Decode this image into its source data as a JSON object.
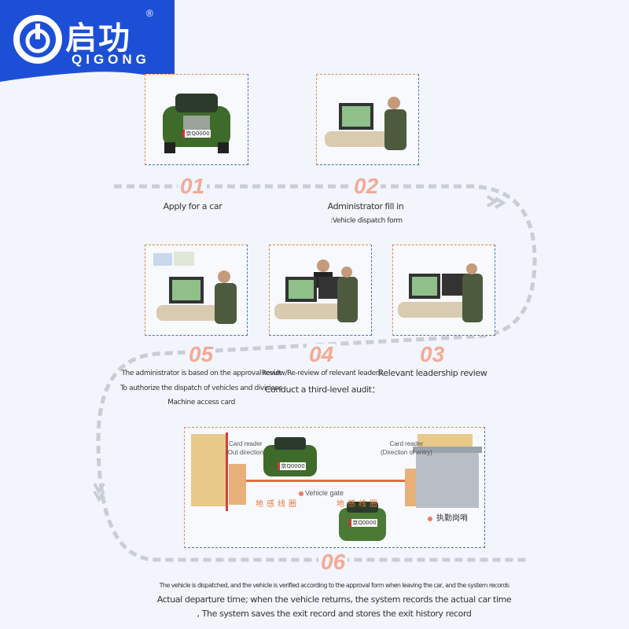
{
  "logo": {
    "brand_cn": "启功",
    "brand_en": "QIGONG",
    "registered": "®",
    "color": "#1d4fd6"
  },
  "steps": [
    {
      "number": "01",
      "lines": [
        "Apply for a car"
      ]
    },
    {
      "number": "02",
      "lines": [
        "Administrator fill in",
        ":Vehicle dispatch form"
      ]
    },
    {
      "number": "03",
      "lines": [
        "Relevant leadership review"
      ]
    },
    {
      "number": "04",
      "lines": [
        "Review/Re-review of relevant leaders",
        "Conduct a third-level audit："
      ]
    },
    {
      "number": "05",
      "lines": [
        "The administrator is based on the approval result",
        "To authorize the dispatch of vehicles and divisions",
        "Machine access card"
      ]
    },
    {
      "number": "06",
      "lines": [
        "The vehicle is dispatched, and the vehicle is verified according to the approval form when leaving the car, and the system records",
        "Actual departure time; when the vehicle returns, the system records the actual car time",
        ", The system saves the exit record and stores the exit history record"
      ]
    }
  ],
  "gate_scene": {
    "card_reader_out": [
      "Card reader",
      "(Out direction)"
    ],
    "card_reader_in": [
      "Card reader",
      "(Direction of entry)"
    ],
    "vehicle_gate": "Vehicle gate",
    "ground_sense_left": "地感线圈",
    "ground_sense_right": "地感线圈",
    "guard_post": "执勤岗哨",
    "plate": "京Q0000"
  },
  "colors": {
    "number": "#f3aa95",
    "path": "#c9cdd4",
    "car": "#3f6b2a",
    "dash_orange": "#e08b52",
    "dash_blue": "#4a6fc2"
  }
}
